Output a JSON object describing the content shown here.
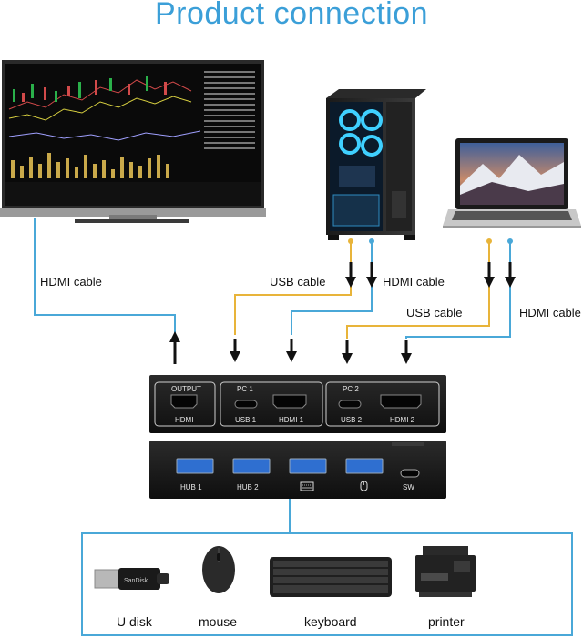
{
  "title": "Product connection",
  "cables": {
    "hdmi_monitor": "HDMI cable",
    "usb_pc1": "USB cable",
    "hdmi_pc1": "HDMI cable",
    "usb_pc2": "USB cable",
    "hdmi_pc2": "HDMI cable"
  },
  "switch_front": {
    "output": "OUTPUT",
    "hdmi": "HDMI",
    "pc1": "PC 1",
    "usb1": "USB 1",
    "hdmi1": "HDMI 1",
    "pc2": "PC 2",
    "usb2": "USB 2",
    "hdmi2": "HDMI 2"
  },
  "switch_back": {
    "hub1": "HUB  1",
    "hub2": "HUB  2",
    "sw": "SW"
  },
  "devices": {
    "udisk": "U disk",
    "mouse": "mouse",
    "keyboard": "keyboard",
    "printer": "printer"
  },
  "usb_drive_brand": "SanDisk",
  "colors": {
    "title": "#3b9fd8",
    "hdmi_wire": "#4aa8d8",
    "usb_wire": "#e8b43a",
    "usb_port": "#2f6fd0"
  }
}
